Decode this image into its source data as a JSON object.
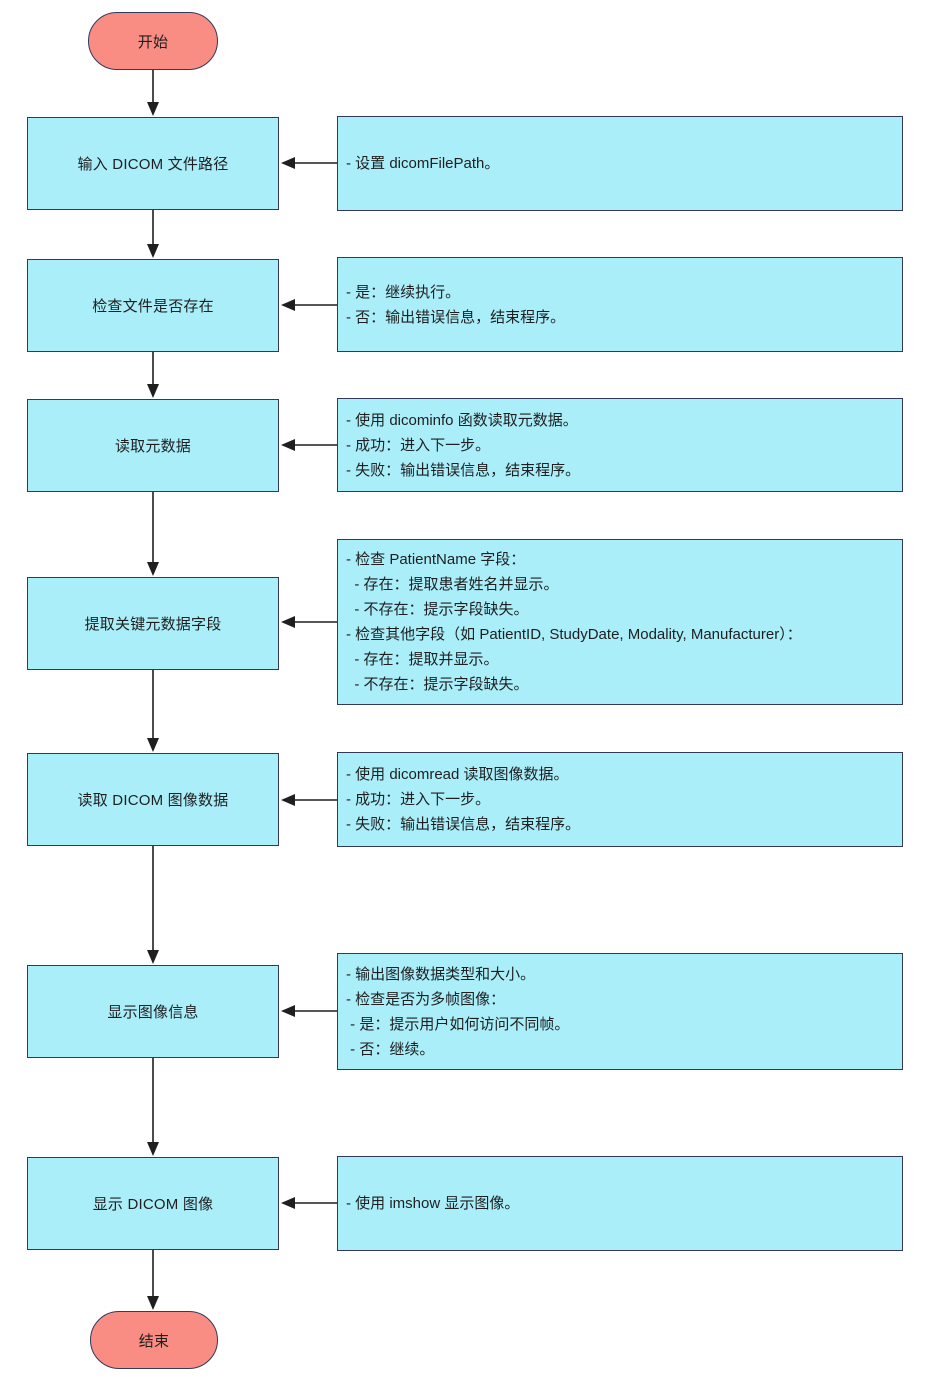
{
  "flowchart": {
    "start": {
      "label": "开始"
    },
    "end": {
      "label": "结束"
    },
    "steps": [
      {
        "label": "输入 DICOM 文件路径",
        "note": "- 设置 dicomFilePath。"
      },
      {
        "label": "检查文件是否存在",
        "note": "- 是：继续执行。\n- 否：输出错误信息，结束程序。"
      },
      {
        "label": "读取元数据",
        "note": "- 使用 dicominfo 函数读取元数据。\n- 成功：进入下一步。\n- 失败：输出错误信息，结束程序。"
      },
      {
        "label": "提取关键元数据字段",
        "note": "- 检查 PatientName 字段：\n  - 存在：提取患者姓名并显示。\n  - 不存在：提示字段缺失。\n- 检查其他字段（如 PatientID, StudyDate, Modality, Manufacturer）：\n  - 存在：提取并显示。\n  - 不存在：提示字段缺失。"
      },
      {
        "label": "读取 DICOM 图像数据",
        "note": "- 使用 dicomread 读取图像数据。\n- 成功：进入下一步。\n- 失败：输出错误信息，结束程序。"
      },
      {
        "label": "显示图像信息",
        "note": "- 输出图像数据类型和大小。\n- 检查是否为多帧图像：\n - 是：提示用户如何访问不同帧。\n - 否：继续。"
      },
      {
        "label": "显示 DICOM 图像",
        "note": "- 使用 imshow 显示图像。"
      }
    ]
  },
  "colors": {
    "node-fill": "#a9eef9",
    "node-border": "#32395b",
    "terminal-fill": "#f98d84",
    "line": "#1f1f1f"
  }
}
